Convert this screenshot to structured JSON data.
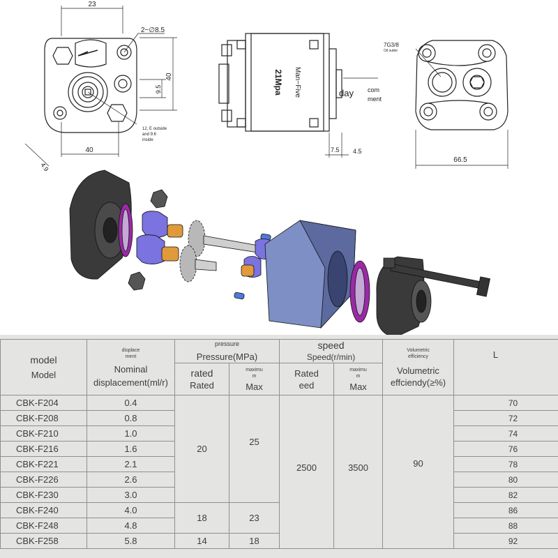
{
  "drawing": {
    "front_view": {
      "dim_top": "23",
      "dim_holes": "2−∅8.5",
      "dim_9_5": "9.5",
      "dim_40_right": "40",
      "dim_40_bottom": "40",
      "dim_4_9": "4.9",
      "note_lines": [
        "12, E outside",
        "and 9.6",
        "inside"
      ]
    },
    "side_view": {
      "label_pressure": "21Mpa",
      "label_brand": "Man~Five",
      "label_day": "day",
      "label_comment": [
        "com",
        "ment"
      ],
      "dim_7_5": "7.5",
      "dim_4_5": "4.5"
    },
    "rear_view": {
      "thread_label": "7G3/8",
      "thread_sub": "Oil outlet",
      "dim_66_5": "66.5"
    }
  },
  "table": {
    "headers": {
      "model_en": "model",
      "model_sub": "Model",
      "disp_tiny": [
        "displace",
        "ment"
      ],
      "disp_main": "Nominal",
      "disp_sub": "displacement(ml/r)",
      "pressure_top": "pressure",
      "pressure_main": "Pressure(MPa)",
      "rated": "rated",
      "rated_sub": "Rated",
      "max_tiny": [
        "maximu",
        "m"
      ],
      "max_sub": "Max",
      "speed_top": "speed",
      "speed_main": "Speed(r/min)",
      "speed_rated": "Rated",
      "speed_rated_sub": "eed",
      "speed_max_tiny": [
        "maximu",
        "m"
      ],
      "speed_max_sub": "Max",
      "vol_tiny": [
        "Volumetric",
        "efficiency"
      ],
      "vol_main": "Volumetric",
      "vol_sub": "effciendy(≥%)",
      "L": "L"
    },
    "rows": [
      {
        "model": "CBK-F204",
        "disp": "0.4",
        "L": "70"
      },
      {
        "model": "CBK-F208",
        "disp": "0.8",
        "L": "72"
      },
      {
        "model": "CBK-F210",
        "disp": "1.0",
        "L": "74"
      },
      {
        "model": "CBK-F216",
        "disp": "1.6",
        "L": "76"
      },
      {
        "model": "CBK-F221",
        "disp": "2.1",
        "L": "78"
      },
      {
        "model": "CBK-F226",
        "disp": "2.6",
        "L": "80"
      },
      {
        "model": "CBK-F230",
        "disp": "3.0",
        "L": "82"
      },
      {
        "model": "CBK-F240",
        "disp": "4.0",
        "L": "86"
      },
      {
        "model": "CBK-F248",
        "disp": "4.8",
        "L": "88"
      },
      {
        "model": "CBK-F258",
        "disp": "5.8",
        "L": "92"
      }
    ],
    "groups": {
      "rated_a": "20",
      "max_a": "25",
      "rated_b": "18",
      "max_b": "23",
      "rated_c": "14",
      "max_c": "18",
      "speed_rated": "2500",
      "speed_max": "3500",
      "vol_eff": "90"
    }
  },
  "colors": {
    "housing": "#7d8fc4",
    "gear_body": "#7b73e0",
    "bushing": "#e09a3c",
    "seal": "#9a2aa6",
    "dark_part": "#3a3a3a",
    "table_bg": "#e4e4e2"
  }
}
